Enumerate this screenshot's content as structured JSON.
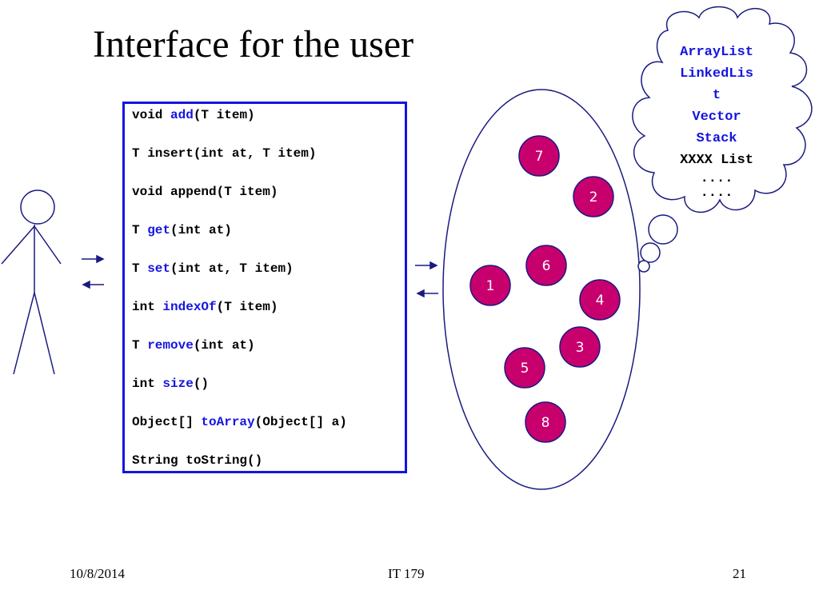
{
  "title": "Interface for the user",
  "interface_methods": [
    {
      "pre": "void ",
      "name": "add",
      "post": "(T item)",
      "highlight": true
    },
    {
      "pre": "T insert(int at, T item)",
      "name": "",
      "post": "",
      "highlight": false
    },
    {
      "pre": "void append(T item)",
      "name": "",
      "post": "",
      "highlight": false
    },
    {
      "pre": "T ",
      "name": "get",
      "post": "(int at)",
      "highlight": true
    },
    {
      "pre": "T ",
      "name": "set",
      "post": "(int at, T item)",
      "highlight": true
    },
    {
      "pre": "int ",
      "name": "indexOf",
      "post": "(T item)",
      "highlight": true
    },
    {
      "pre": "T ",
      "name": "remove",
      "post": "(int at)",
      "highlight": true
    },
    {
      "pre": "int ",
      "name": "size",
      "post": "()",
      "highlight": true
    },
    {
      "pre": "Object[] ",
      "name": "toArray",
      "post": "(Object[] a)",
      "highlight": true
    },
    {
      "pre": "String toString()",
      "name": "",
      "post": "",
      "highlight": false
    }
  ],
  "cloud": {
    "blue_lines": [
      "ArrayList",
      "LinkedLis",
      "t",
      "Vector",
      "Stack"
    ],
    "black_lines": [
      "XXXX List",
      "....",
      "...."
    ]
  },
  "elements": [
    "7",
    "2",
    "6",
    "1",
    "4",
    "3",
    "5",
    "8"
  ],
  "footer": {
    "date": "10/8/2014",
    "course": "IT 179",
    "page": "21"
  },
  "colors": {
    "accent": "#1515e0",
    "node_fill": "#c8006e",
    "outline": "#1a1a80"
  }
}
